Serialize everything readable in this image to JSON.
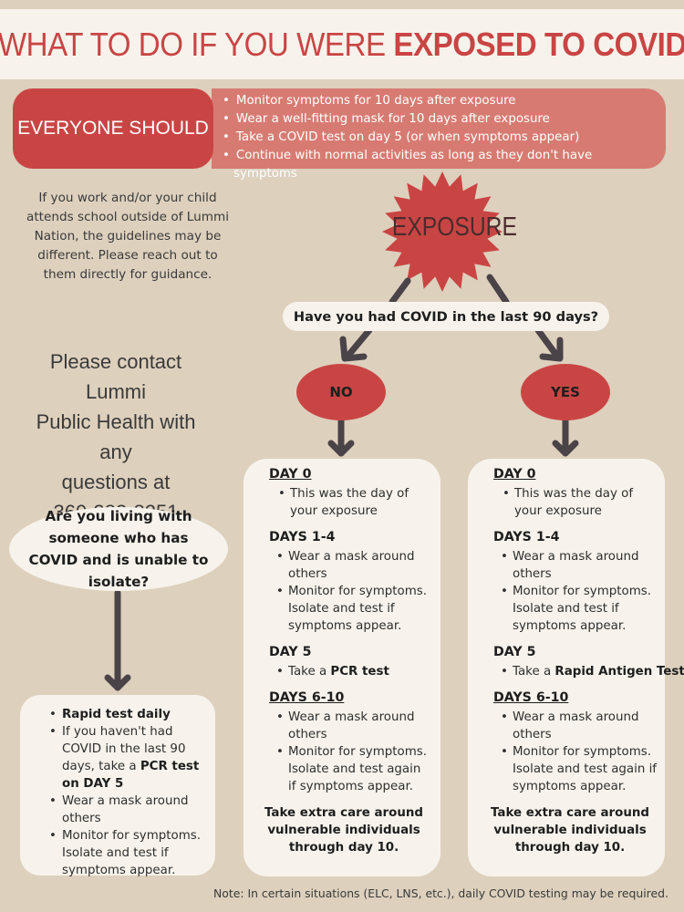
{
  "header": {
    "title_plain": "WHAT TO DO IF YOU WERE ",
    "title_bold": "EXPOSED TO COVID"
  },
  "everyone": {
    "label": "EVERYONE SHOULD",
    "items": [
      "Monitor symptoms for 10 days after exposure",
      "Wear a well-fitting mask for 10 days after exposure",
      "Take a COVID test on day 5 (or when symptoms appear)",
      "Continue with normal activities as long as they don't have symptoms"
    ]
  },
  "left_note": "If you work and/or your child attends school outside of Lummi Nation, the guidelines may be different. Please reach out to them directly for guidance.",
  "contact": {
    "line1": "Please contact Lummi",
    "line2": "Public Health with any",
    "line3": "questions at",
    "phone": "360-383-8251"
  },
  "flow": {
    "exposure": "EXPOSURE",
    "question": "Have you had COVID in the last 90 days?",
    "no": "NO",
    "yes": "YES"
  },
  "no_card": {
    "day0_title": "DAY 0",
    "day0_item": "This was the day of your exposure",
    "days14_title": "DAYS 1-4",
    "days14_item1": "Wear a mask around others",
    "days14_item2": "Monitor for symptoms. Isolate and test if symptoms appear.",
    "day5_title": "DAY 5",
    "day5_pre": "Take a ",
    "day5_bold": "PCR test",
    "days610_title": "DAYS 6-10",
    "days610_item1": "Wear a mask around others",
    "days610_item2": "Monitor for symptoms. Isolate and test again if symptoms appear.",
    "extra": "Take extra care around vulnerable individuals through day 10."
  },
  "yes_card": {
    "day0_title": "DAY 0",
    "day0_item": "This was the day of your exposure",
    "days14_title": "DAYS 1-4",
    "days14_item1": "Wear a mask around others",
    "days14_item2": "Monitor for symptoms. Isolate and test if symptoms appear.",
    "day5_title": "DAY 5",
    "day5_pre": "Take a ",
    "day5_bold": "Rapid Antigen Test",
    "days610_title": "DAYS 6-10",
    "days610_item1": "Wear a mask around others",
    "days610_item2": "Monitor for symptoms. Isolate and test again if symptoms appear.",
    "extra": "Take extra care around vulnerable individuals through day 10."
  },
  "living": {
    "question": "Are you living with someone who has COVID and is unable to isolate?",
    "item1": "Rapid test daily",
    "item2_pre": "If you haven't had COVID in the last 90 days, take a ",
    "item2_bold": "PCR test on DAY 5",
    "item3": "Wear a mask around others",
    "item4": "Monitor for symptoms. Isolate and test if symptoms appear."
  },
  "footnote": "Note: In certain situations (ELC, LNS, etc.), daily COVID testing may be required.",
  "colors": {
    "background": "#ddd0bd",
    "red": "#c94544",
    "salmon": "#d77b72",
    "cream": "#f7f3ec",
    "arrow": "#4a4348"
  }
}
